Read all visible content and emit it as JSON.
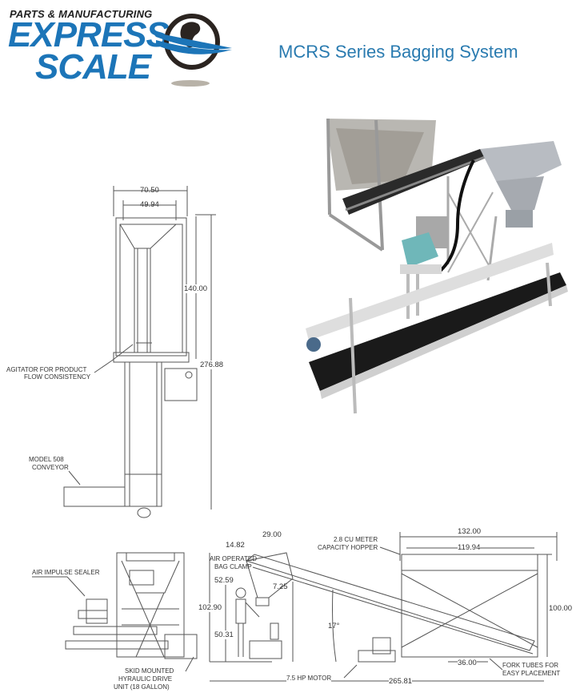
{
  "header": {
    "logo": {
      "tagline": "PARTS & MANUFACTURING",
      "line1": "EXPRESS",
      "line2": "SCALE",
      "brand_color": "#1c75b8",
      "icon": "globe-icon"
    },
    "title": "MCRS Series Bagging System",
    "title_color": "#2a7bb0"
  },
  "top_view": {
    "dimensions": {
      "outer_width": "70.50",
      "inner_width": "49.94",
      "hopper_length": "140.00",
      "overall_length": "276.88"
    },
    "callouts": {
      "agitator_line1": "AGITATOR FOR PRODUCT",
      "agitator_line2": "FLOW CONSISTENCY",
      "conveyor_line1": "MODEL 508",
      "conveyor_line2": "CONVEYOR"
    }
  },
  "photo": {
    "description": "product-photo"
  },
  "end_view": {
    "callouts": {
      "sealer": "AIR IMPULSE SEALER",
      "hydraulic_line1": "SKID MOUNTED",
      "hydraulic_line2": "HYRAULIC DRIVE",
      "hydraulic_line3": "UNIT (18 GALLON)"
    }
  },
  "side_view": {
    "dimensions": {
      "clamp_offset": "14.82",
      "spout_width": "29.00",
      "clamp_height": "52.59",
      "spout": "7.25",
      "overall_height": "102.90",
      "work_height": "50.31",
      "angle": "17°",
      "hopper_outer": "132.00",
      "hopper_inner": "119.94",
      "hopper_height": "100.00",
      "fork_spacing": "36.00",
      "overall_length": "265.81"
    },
    "callouts": {
      "clamp_line1": "AIR OPERATED",
      "clamp_line2": "BAG CLAMP",
      "hopper_line1": "2.8 CU METER",
      "hopper_line2": "CAPACITY HOPPER",
      "motor": "7.5 HP MOTOR",
      "fork_line1": "FORK TUBES FOR",
      "fork_line2": "EASY PLACEMENT"
    }
  }
}
